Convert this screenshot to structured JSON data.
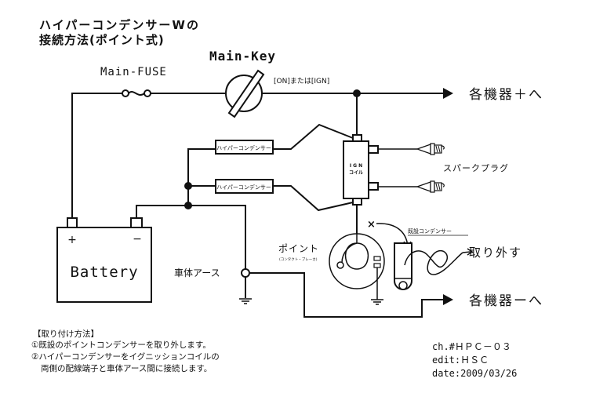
{
  "title": {
    "line1": "ハイパーコンデンサーWの",
    "line2": "接続方法(ポイント式)"
  },
  "labels": {
    "main_fuse": "Main-FUSE",
    "main_key": "Main-Key",
    "key_position": "[ON]または[IGN]",
    "to_devices_plus": "各機器＋へ",
    "to_devices_minus": "各機器ーへ",
    "hyper_condenser_1": "ハイパーコンデンサー",
    "hyper_condenser_2": "ハイパーコンデンサー",
    "ign_coil_line1": "I G N",
    "ign_coil_line2": "コイル",
    "spark_plug": "スパークプラグ",
    "point": "ポイント",
    "point_sub": "(コンタクト・ブレーカ)",
    "existing_condenser": "既設コンデンサー",
    "remove": "取り外す",
    "remove_mark": "×",
    "battery": "Battery",
    "battery_plus": "+",
    "battery_minus": "−",
    "body_ground": "車体アース"
  },
  "instructions": {
    "heading": "【取り付け方法】",
    "step1": "①既設のポイントコンデンサーを取り外します。",
    "step2a": "②ハイパーコンデンサーをイグニッションコイルの",
    "step2b": "両側の配線端子と車体アース間に接続します。"
  },
  "footer": {
    "chart_no": "ch.#ＨＰＣ－０３",
    "edit": "edit:ＨＳＣ",
    "date": "date:2009/03/26"
  }
}
